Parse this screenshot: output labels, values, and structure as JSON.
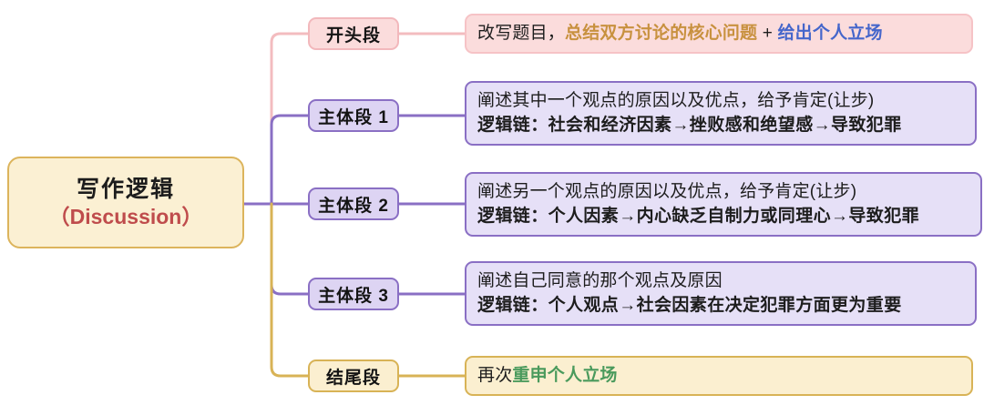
{
  "diagram": {
    "title": "写作逻辑 (Discussion) 思维导图",
    "root": {
      "title": "写作逻辑",
      "subtitle": "（Discussion）"
    },
    "palette": {
      "pink_fill": "#fbdcdc",
      "pink_border": "#f2b8bc",
      "purple_fill": "#e6e0f7",
      "purple_chip_fill": "#ddd4f3",
      "purple_border": "#8a6fc4",
      "gold_fill": "#fbefd0",
      "gold_border": "#d8b356",
      "root_fill": "#fbf0d3",
      "root_border": "#dcb45c",
      "root_subtitle_color": "#bf4c4c",
      "accent_tan": "#c8913f",
      "accent_blue": "#4566cb",
      "accent_green": "#4a9a5c",
      "text_color": "#1d1d1d"
    },
    "branches": [
      {
        "id": "opening",
        "chip_label": "开头段",
        "theme": "pink",
        "lines": [
          {
            "bold": false,
            "segments": [
              {
                "text": "改写题目，",
                "style": "black"
              },
              {
                "text": "总结双方讨论的核心问题",
                "style": "tan"
              },
              {
                "text": " + ",
                "style": "black"
              },
              {
                "text": "给出个人立场",
                "style": "blue"
              }
            ]
          }
        ]
      },
      {
        "id": "body-1",
        "chip_label": "主体段 1",
        "theme": "purple",
        "lines": [
          {
            "bold": false,
            "segments": [
              {
                "text": "阐述其中一个观点的原因以及优点，给予肯定(让步)",
                "style": "black"
              }
            ]
          },
          {
            "bold": true,
            "segments": [
              {
                "text": "逻辑链：社会和经济因素→挫败感和绝望感→导致犯罪",
                "style": "black"
              }
            ]
          }
        ]
      },
      {
        "id": "body-2",
        "chip_label": "主体段 2",
        "theme": "purple",
        "lines": [
          {
            "bold": false,
            "segments": [
              {
                "text": "阐述另一个观点的原因以及优点，给予肯定(让步)",
                "style": "black"
              }
            ]
          },
          {
            "bold": true,
            "segments": [
              {
                "text": "逻辑链：个人因素→内心缺乏自制力或同理心→导致犯罪",
                "style": "black"
              }
            ]
          }
        ]
      },
      {
        "id": "body-3",
        "chip_label": "主体段 3",
        "theme": "purple",
        "lines": [
          {
            "bold": false,
            "segments": [
              {
                "text": "阐述自己同意的那个观点及原因",
                "style": "black"
              }
            ]
          },
          {
            "bold": true,
            "segments": [
              {
                "text": "逻辑链：个人观点→社会因素在决定犯罪方面更为重要",
                "style": "black"
              }
            ]
          }
        ]
      },
      {
        "id": "conclusion",
        "chip_label": "结尾段",
        "theme": "gold",
        "lines": [
          {
            "bold": false,
            "segments": [
              {
                "text": "再次",
                "style": "black"
              },
              {
                "text": "重申个人立场",
                "style": "green"
              }
            ]
          }
        ]
      }
    ]
  }
}
